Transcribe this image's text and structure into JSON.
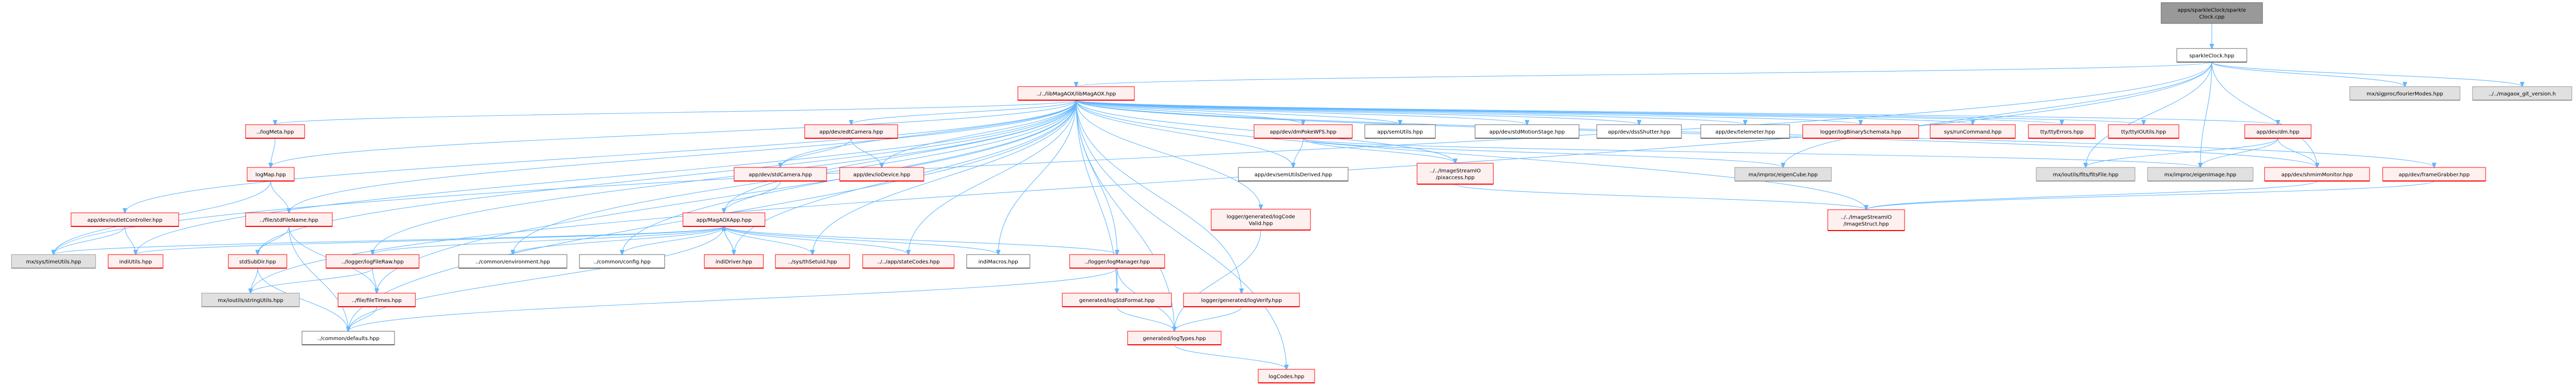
{
  "diagram": {
    "type": "include-dependency-graph",
    "colors": {
      "edge": "#63b8ff",
      "node_red_fill": "#fff0f0",
      "node_red_border": "#ff0000",
      "node_gray_fill": "#e0e0e0",
      "node_gray_border": "#999999",
      "node_white_fill": "#ffffff",
      "node_white_border": "#666666",
      "root_fill": "#999999"
    },
    "nodes": [
      {
        "id": "root",
        "label": [
          "apps/sparkleClock/sparkle",
          "Clock.cpp"
        ],
        "style": "root"
      },
      {
        "id": "sparkleClock",
        "label": [
          "sparkleClock.hpp"
        ],
        "style": "white"
      },
      {
        "id": "fourierModes",
        "label": [
          "mx/sigproc/fourierModes.hpp"
        ],
        "style": "gray"
      },
      {
        "id": "gitVersion",
        "label": [
          "../../magaox_git_version.h"
        ],
        "style": "gray"
      },
      {
        "id": "libMagAOX",
        "label": [
          "../../libMagAOX/libMagAOX.hpp"
        ],
        "style": "red"
      },
      {
        "id": "logMeta",
        "label": [
          "../logMeta.hpp"
        ],
        "style": "red"
      },
      {
        "id": "edtCamera",
        "label": [
          "app/dev/edtCamera.hpp"
        ],
        "style": "red"
      },
      {
        "id": "dmPokeWFS",
        "label": [
          "app/dev/dmPokeWFS.hpp"
        ],
        "style": "red"
      },
      {
        "id": "semUtils",
        "label": [
          "app/semUtils.hpp"
        ],
        "style": "white"
      },
      {
        "id": "stdMotionStage",
        "label": [
          "app/dev/stdMotionStage.hpp"
        ],
        "style": "white"
      },
      {
        "id": "dssShutter",
        "label": [
          "app/dev/dssShutter.hpp"
        ],
        "style": "white"
      },
      {
        "id": "telemeter",
        "label": [
          "app/dev/telemeter.hpp"
        ],
        "style": "white"
      },
      {
        "id": "logBinarySchemata",
        "label": [
          "logger/logBinarySchemata.hpp"
        ],
        "style": "red"
      },
      {
        "id": "runCommand",
        "label": [
          "sys/runCommand.hpp"
        ],
        "style": "red"
      },
      {
        "id": "ttyErrors",
        "label": [
          "tty/ttyErrors.hpp"
        ],
        "style": "red"
      },
      {
        "id": "ttyIOUtils",
        "label": [
          "tty/ttyIOUtils.hpp"
        ],
        "style": "red"
      },
      {
        "id": "dm",
        "label": [
          "app/dev/dm.hpp"
        ],
        "style": "red"
      },
      {
        "id": "logMap",
        "label": [
          "logMap.hpp"
        ],
        "style": "red"
      },
      {
        "id": "stdCamera",
        "label": [
          "app/dev/stdCamera.hpp"
        ],
        "style": "red"
      },
      {
        "id": "ioDevice",
        "label": [
          "app/dev/ioDevice.hpp"
        ],
        "style": "red"
      },
      {
        "id": "semUtilsDerived",
        "label": [
          "app/dev/semUtilsDerived.hpp"
        ],
        "style": "white"
      },
      {
        "id": "pixaccess",
        "label": [
          "../../ImageStreamIO",
          "/pixaccess.hpp"
        ],
        "style": "red"
      },
      {
        "id": "eigenCube",
        "label": [
          "mx/improc/eigenCube.hpp"
        ],
        "style": "gray"
      },
      {
        "id": "fitsFile",
        "label": [
          "mx/ioutils/fits/fitsFile.hpp"
        ],
        "style": "gray"
      },
      {
        "id": "eigenImage",
        "label": [
          "mx/improc/eigenImage.hpp"
        ],
        "style": "gray"
      },
      {
        "id": "shmimMonitor",
        "label": [
          "app/dev/shmimMonitor.hpp"
        ],
        "style": "red"
      },
      {
        "id": "frameGrabber",
        "label": [
          "app/dev/frameGrabber.hpp"
        ],
        "style": "red"
      },
      {
        "id": "outletController",
        "label": [
          "app/dev/outletController.hpp"
        ],
        "style": "red"
      },
      {
        "id": "stdFileName",
        "label": [
          "../file/stdFileName.hpp"
        ],
        "style": "red"
      },
      {
        "id": "MagAOXApp",
        "label": [
          "app/MagAOXApp.hpp"
        ],
        "style": "red"
      },
      {
        "id": "logCodeValid",
        "label": [
          "logger/generated/logCode",
          "Valid.hpp"
        ],
        "style": "red"
      },
      {
        "id": "ImageStruct",
        "label": [
          "../../ImageStreamIO",
          "/ImageStruct.hpp"
        ],
        "style": "red"
      },
      {
        "id": "timeUtils",
        "label": [
          "mx/sys/timeUtils.hpp"
        ],
        "style": "gray"
      },
      {
        "id": "indiUtils",
        "label": [
          "indiUtils.hpp"
        ],
        "style": "red"
      },
      {
        "id": "stdSubDir",
        "label": [
          "stdSubDir.hpp"
        ],
        "style": "red"
      },
      {
        "id": "logFileRaw",
        "label": [
          "../logger/logFileRaw.hpp"
        ],
        "style": "red"
      },
      {
        "id": "environment",
        "label": [
          "../common/environment.hpp"
        ],
        "style": "white"
      },
      {
        "id": "config",
        "label": [
          "../common/config.hpp"
        ],
        "style": "white"
      },
      {
        "id": "indiDriver",
        "label": [
          "indiDriver.hpp"
        ],
        "style": "red"
      },
      {
        "id": "thSetuid",
        "label": [
          "../sys/thSetuid.hpp"
        ],
        "style": "red"
      },
      {
        "id": "stateCodes",
        "label": [
          "../../app/stateCodes.hpp"
        ],
        "style": "red"
      },
      {
        "id": "indiMacros",
        "label": [
          "indiMacros.hpp"
        ],
        "style": "white"
      },
      {
        "id": "logManager",
        "label": [
          "../logger/logManager.hpp"
        ],
        "style": "red"
      },
      {
        "id": "stringUtils",
        "label": [
          "mx/ioutils/stringUtils.hpp"
        ],
        "style": "gray"
      },
      {
        "id": "fileTimes",
        "label": [
          "../file/fileTimes.hpp"
        ],
        "style": "red"
      },
      {
        "id": "logStdFormat",
        "label": [
          "generated/logStdFormat.hpp"
        ],
        "style": "red"
      },
      {
        "id": "logVerify",
        "label": [
          "logger/generated/logVerify.hpp"
        ],
        "style": "red"
      },
      {
        "id": "defaults",
        "label": [
          "../common/defaults.hpp"
        ],
        "style": "white"
      },
      {
        "id": "logTypes",
        "label": [
          "generated/logTypes.hpp"
        ],
        "style": "red"
      },
      {
        "id": "logCodes",
        "label": [
          "logCodes.hpp"
        ],
        "style": "red"
      }
    ],
    "edges": [
      [
        "root",
        "sparkleClock"
      ],
      [
        "sparkleClock",
        "libMagAOX"
      ],
      [
        "sparkleClock",
        "fourierModes"
      ],
      [
        "sparkleClock",
        "gitVersion"
      ],
      [
        "sparkleClock",
        "timeUtils"
      ],
      [
        "sparkleClock",
        "stringUtils"
      ],
      [
        "sparkleClock",
        "eigenCube"
      ],
      [
        "sparkleClock",
        "fitsFile"
      ],
      [
        "sparkleClock",
        "eigenImage"
      ],
      [
        "sparkleClock",
        "shmimMonitor"
      ],
      [
        "libMagAOX",
        "logMeta"
      ],
      [
        "libMagAOX",
        "logMap"
      ],
      [
        "libMagAOX",
        "edtCamera"
      ],
      [
        "libMagAOX",
        "stdCamera"
      ],
      [
        "libMagAOX",
        "ioDevice"
      ],
      [
        "libMagAOX",
        "dmPokeWFS"
      ],
      [
        "libMagAOX",
        "semUtils"
      ],
      [
        "libMagAOX",
        "semUtilsDerived"
      ],
      [
        "libMagAOX",
        "stdMotionStage"
      ],
      [
        "libMagAOX",
        "dssShutter"
      ],
      [
        "libMagAOX",
        "telemeter"
      ],
      [
        "libMagAOX",
        "logBinarySchemata"
      ],
      [
        "libMagAOX",
        "runCommand"
      ],
      [
        "libMagAOX",
        "ttyErrors"
      ],
      [
        "libMagAOX",
        "ttyIOUtils"
      ],
      [
        "libMagAOX",
        "dm"
      ],
      [
        "libMagAOX",
        "shmimMonitor"
      ],
      [
        "libMagAOX",
        "frameGrabber"
      ],
      [
        "libMagAOX",
        "pixaccess"
      ],
      [
        "libMagAOX",
        "ImageStruct"
      ],
      [
        "libMagAOX",
        "outletController"
      ],
      [
        "libMagAOX",
        "stdFileName"
      ],
      [
        "libMagAOX",
        "MagAOXApp"
      ],
      [
        "libMagAOX",
        "logCodeValid"
      ],
      [
        "libMagAOX",
        "indiUtils"
      ],
      [
        "libMagAOX",
        "stdSubDir"
      ],
      [
        "libMagAOX",
        "logFileRaw"
      ],
      [
        "libMagAOX",
        "environment"
      ],
      [
        "libMagAOX",
        "config"
      ],
      [
        "libMagAOX",
        "indiDriver"
      ],
      [
        "libMagAOX",
        "thSetuid"
      ],
      [
        "libMagAOX",
        "stateCodes"
      ],
      [
        "libMagAOX",
        "indiMacros"
      ],
      [
        "libMagAOX",
        "logManager"
      ],
      [
        "libMagAOX",
        "fileTimes"
      ],
      [
        "libMagAOX",
        "logStdFormat"
      ],
      [
        "libMagAOX",
        "logVerify"
      ],
      [
        "libMagAOX",
        "logTypes"
      ],
      [
        "libMagAOX",
        "logCodes"
      ],
      [
        "libMagAOX",
        "defaults"
      ],
      [
        "logMeta",
        "logMap"
      ],
      [
        "logMap",
        "timeUtils"
      ],
      [
        "logMap",
        "stdFileName"
      ],
      [
        "edtCamera",
        "stdCamera"
      ],
      [
        "edtCamera",
        "ioDevice"
      ],
      [
        "stdCamera",
        "MagAOXApp"
      ],
      [
        "dmPokeWFS",
        "semUtilsDerived"
      ],
      [
        "dmPokeWFS",
        "pixaccess"
      ],
      [
        "dmPokeWFS",
        "eigenCube"
      ],
      [
        "dmPokeWFS",
        "eigenImage"
      ],
      [
        "dm",
        "fitsFile"
      ],
      [
        "dm",
        "eigenImage"
      ],
      [
        "dm",
        "shmimMonitor"
      ],
      [
        "pixaccess",
        "ImageStruct"
      ],
      [
        "shmimMonitor",
        "ImageStruct"
      ],
      [
        "frameGrabber",
        "ImageStruct"
      ],
      [
        "outletController",
        "timeUtils"
      ],
      [
        "outletController",
        "indiUtils"
      ],
      [
        "stdFileName",
        "stdSubDir"
      ],
      [
        "stdFileName",
        "fileTimes"
      ],
      [
        "stdFileName",
        "defaults"
      ],
      [
        "MagAOXApp",
        "timeUtils"
      ],
      [
        "MagAOXApp",
        "indiUtils"
      ],
      [
        "MagAOXApp",
        "logFileRaw"
      ],
      [
        "MagAOXApp",
        "environment"
      ],
      [
        "MagAOXApp",
        "config"
      ],
      [
        "MagAOXApp",
        "indiDriver"
      ],
      [
        "MagAOXApp",
        "thSetuid"
      ],
      [
        "MagAOXApp",
        "stateCodes"
      ],
      [
        "MagAOXApp",
        "indiMacros"
      ],
      [
        "MagAOXApp",
        "logManager"
      ],
      [
        "MagAOXApp",
        "defaults"
      ],
      [
        "indiDriver",
        "MagAOXApp"
      ],
      [
        "logCodeValid",
        "logTypes"
      ],
      [
        "stdSubDir",
        "stringUtils"
      ],
      [
        "stdSubDir",
        "defaults"
      ],
      [
        "logFileRaw",
        "stringUtils"
      ],
      [
        "logFileRaw",
        "fileTimes"
      ],
      [
        "logManager",
        "defaults"
      ],
      [
        "logManager",
        "logStdFormat"
      ],
      [
        "logManager",
        "logTypes"
      ],
      [
        "fileTimes",
        "defaults"
      ],
      [
        "logStdFormat",
        "logTypes"
      ],
      [
        "logVerify",
        "logTypes"
      ],
      [
        "logTypes",
        "logCodes"
      ]
    ]
  }
}
